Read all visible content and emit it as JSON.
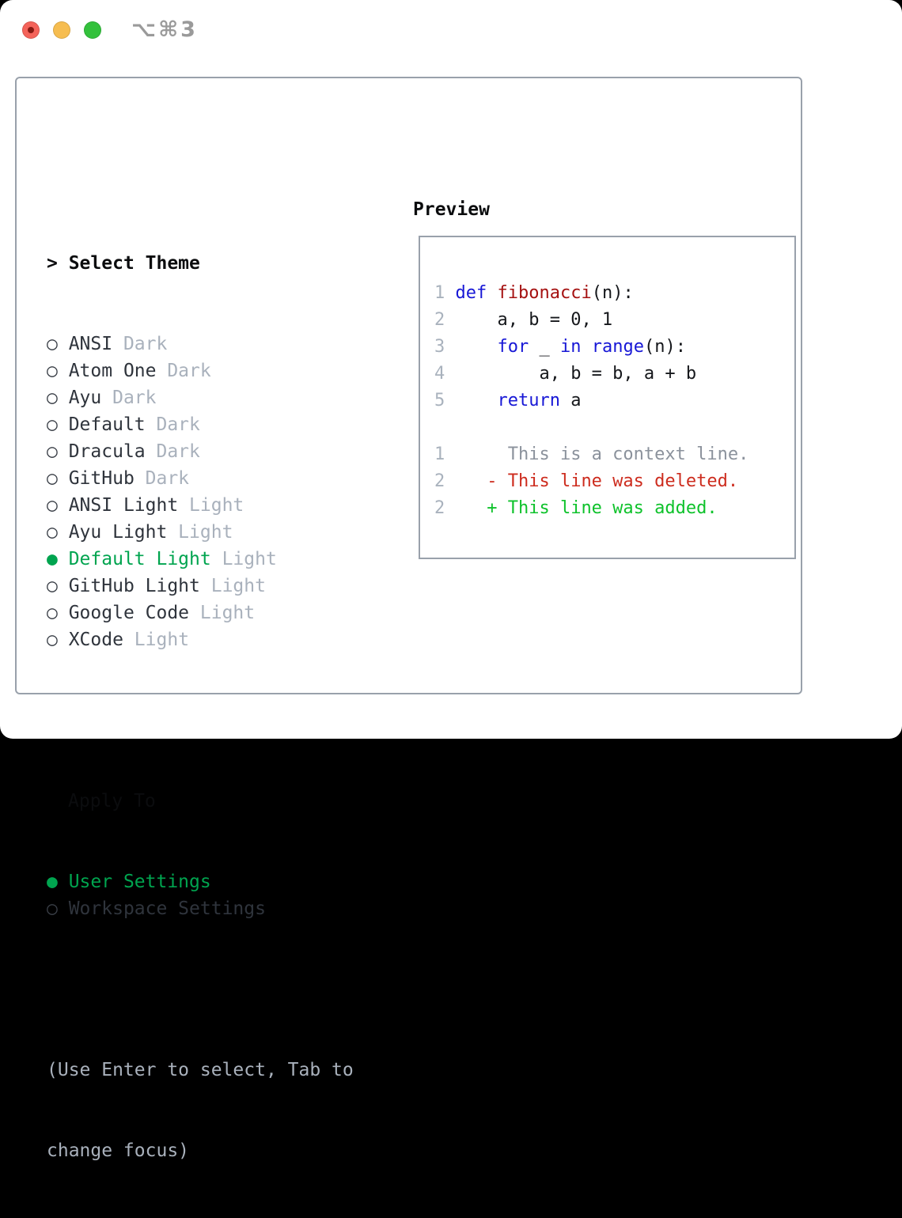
{
  "titlebar": {
    "shortcut": "⌥⌘3"
  },
  "colors": {
    "accent_green": "#00a44f",
    "keyword_blue": "#1717d6",
    "function_red": "#a51111",
    "diff_deleted_red": "#cd2c1e",
    "diff_added_green": "#0ec22b",
    "muted_gray": "#a9b1bc",
    "border_gray": "#99a1ab"
  },
  "theme_selector": {
    "prompt": ">",
    "title": "Select Theme",
    "bullet_unselected": "○",
    "bullet_selected": "●",
    "themes": [
      {
        "name": "ANSI",
        "variant": "Dark",
        "selected": false
      },
      {
        "name": "Atom One",
        "variant": "Dark",
        "selected": false
      },
      {
        "name": "Ayu",
        "variant": "Dark",
        "selected": false
      },
      {
        "name": "Default",
        "variant": "Dark",
        "selected": false
      },
      {
        "name": "Dracula",
        "variant": "Dark",
        "selected": false
      },
      {
        "name": "GitHub",
        "variant": "Dark",
        "selected": false
      },
      {
        "name": "ANSI Light",
        "variant": "Light",
        "selected": false
      },
      {
        "name": "Ayu Light",
        "variant": "Light",
        "selected": false
      },
      {
        "name": "Default Light",
        "variant": "Light",
        "selected": true
      },
      {
        "name": "GitHub Light",
        "variant": "Light",
        "selected": false
      },
      {
        "name": "Google Code",
        "variant": "Light",
        "selected": false
      },
      {
        "name": "XCode",
        "variant": "Light",
        "selected": false
      }
    ]
  },
  "apply_to": {
    "title": "Apply To",
    "options": [
      {
        "name": "User Settings",
        "selected": true
      },
      {
        "name": "Workspace Settings",
        "selected": false
      }
    ]
  },
  "hint_lines": [
    "(Use Enter to select, Tab to",
    "change focus)"
  ],
  "preview": {
    "title": "Preview",
    "lines": [
      [
        {
          "t": "1 ",
          "s": "num"
        },
        {
          "t": "def",
          "s": "kw"
        },
        {
          "t": " ",
          "s": "code"
        },
        {
          "t": "fibonacci",
          "s": "fn"
        },
        {
          "t": "(n):",
          "s": "code"
        }
      ],
      [
        {
          "t": "2 ",
          "s": "num"
        },
        {
          "t": "    a, b = 0, 1",
          "s": "code"
        }
      ],
      [
        {
          "t": "3 ",
          "s": "num"
        },
        {
          "t": "    ",
          "s": "code"
        },
        {
          "t": "for",
          "s": "kw"
        },
        {
          "t": " _ ",
          "s": "code"
        },
        {
          "t": "in",
          "s": "kw"
        },
        {
          "t": " ",
          "s": "code"
        },
        {
          "t": "range",
          "s": "kw"
        },
        {
          "t": "(n):",
          "s": "code"
        }
      ],
      [
        {
          "t": "4 ",
          "s": "num"
        },
        {
          "t": "        a, b = b, a + b",
          "s": "code"
        }
      ],
      [
        {
          "t": "5 ",
          "s": "num"
        },
        {
          "t": "    ",
          "s": "code"
        },
        {
          "t": "return",
          "s": "kw"
        },
        {
          "t": " a",
          "s": "code"
        }
      ],
      [],
      [
        {
          "t": "1",
          "s": "num"
        },
        {
          "t": "      This is a context line.",
          "s": "ctx"
        }
      ],
      [
        {
          "t": "2",
          "s": "num"
        },
        {
          "t": "    ",
          "s": "code"
        },
        {
          "t": "- This line was deleted.",
          "s": "del"
        }
      ],
      [
        {
          "t": "2",
          "s": "num"
        },
        {
          "t": "    ",
          "s": "code"
        },
        {
          "t": "+ This line was added.",
          "s": "add"
        }
      ]
    ]
  }
}
